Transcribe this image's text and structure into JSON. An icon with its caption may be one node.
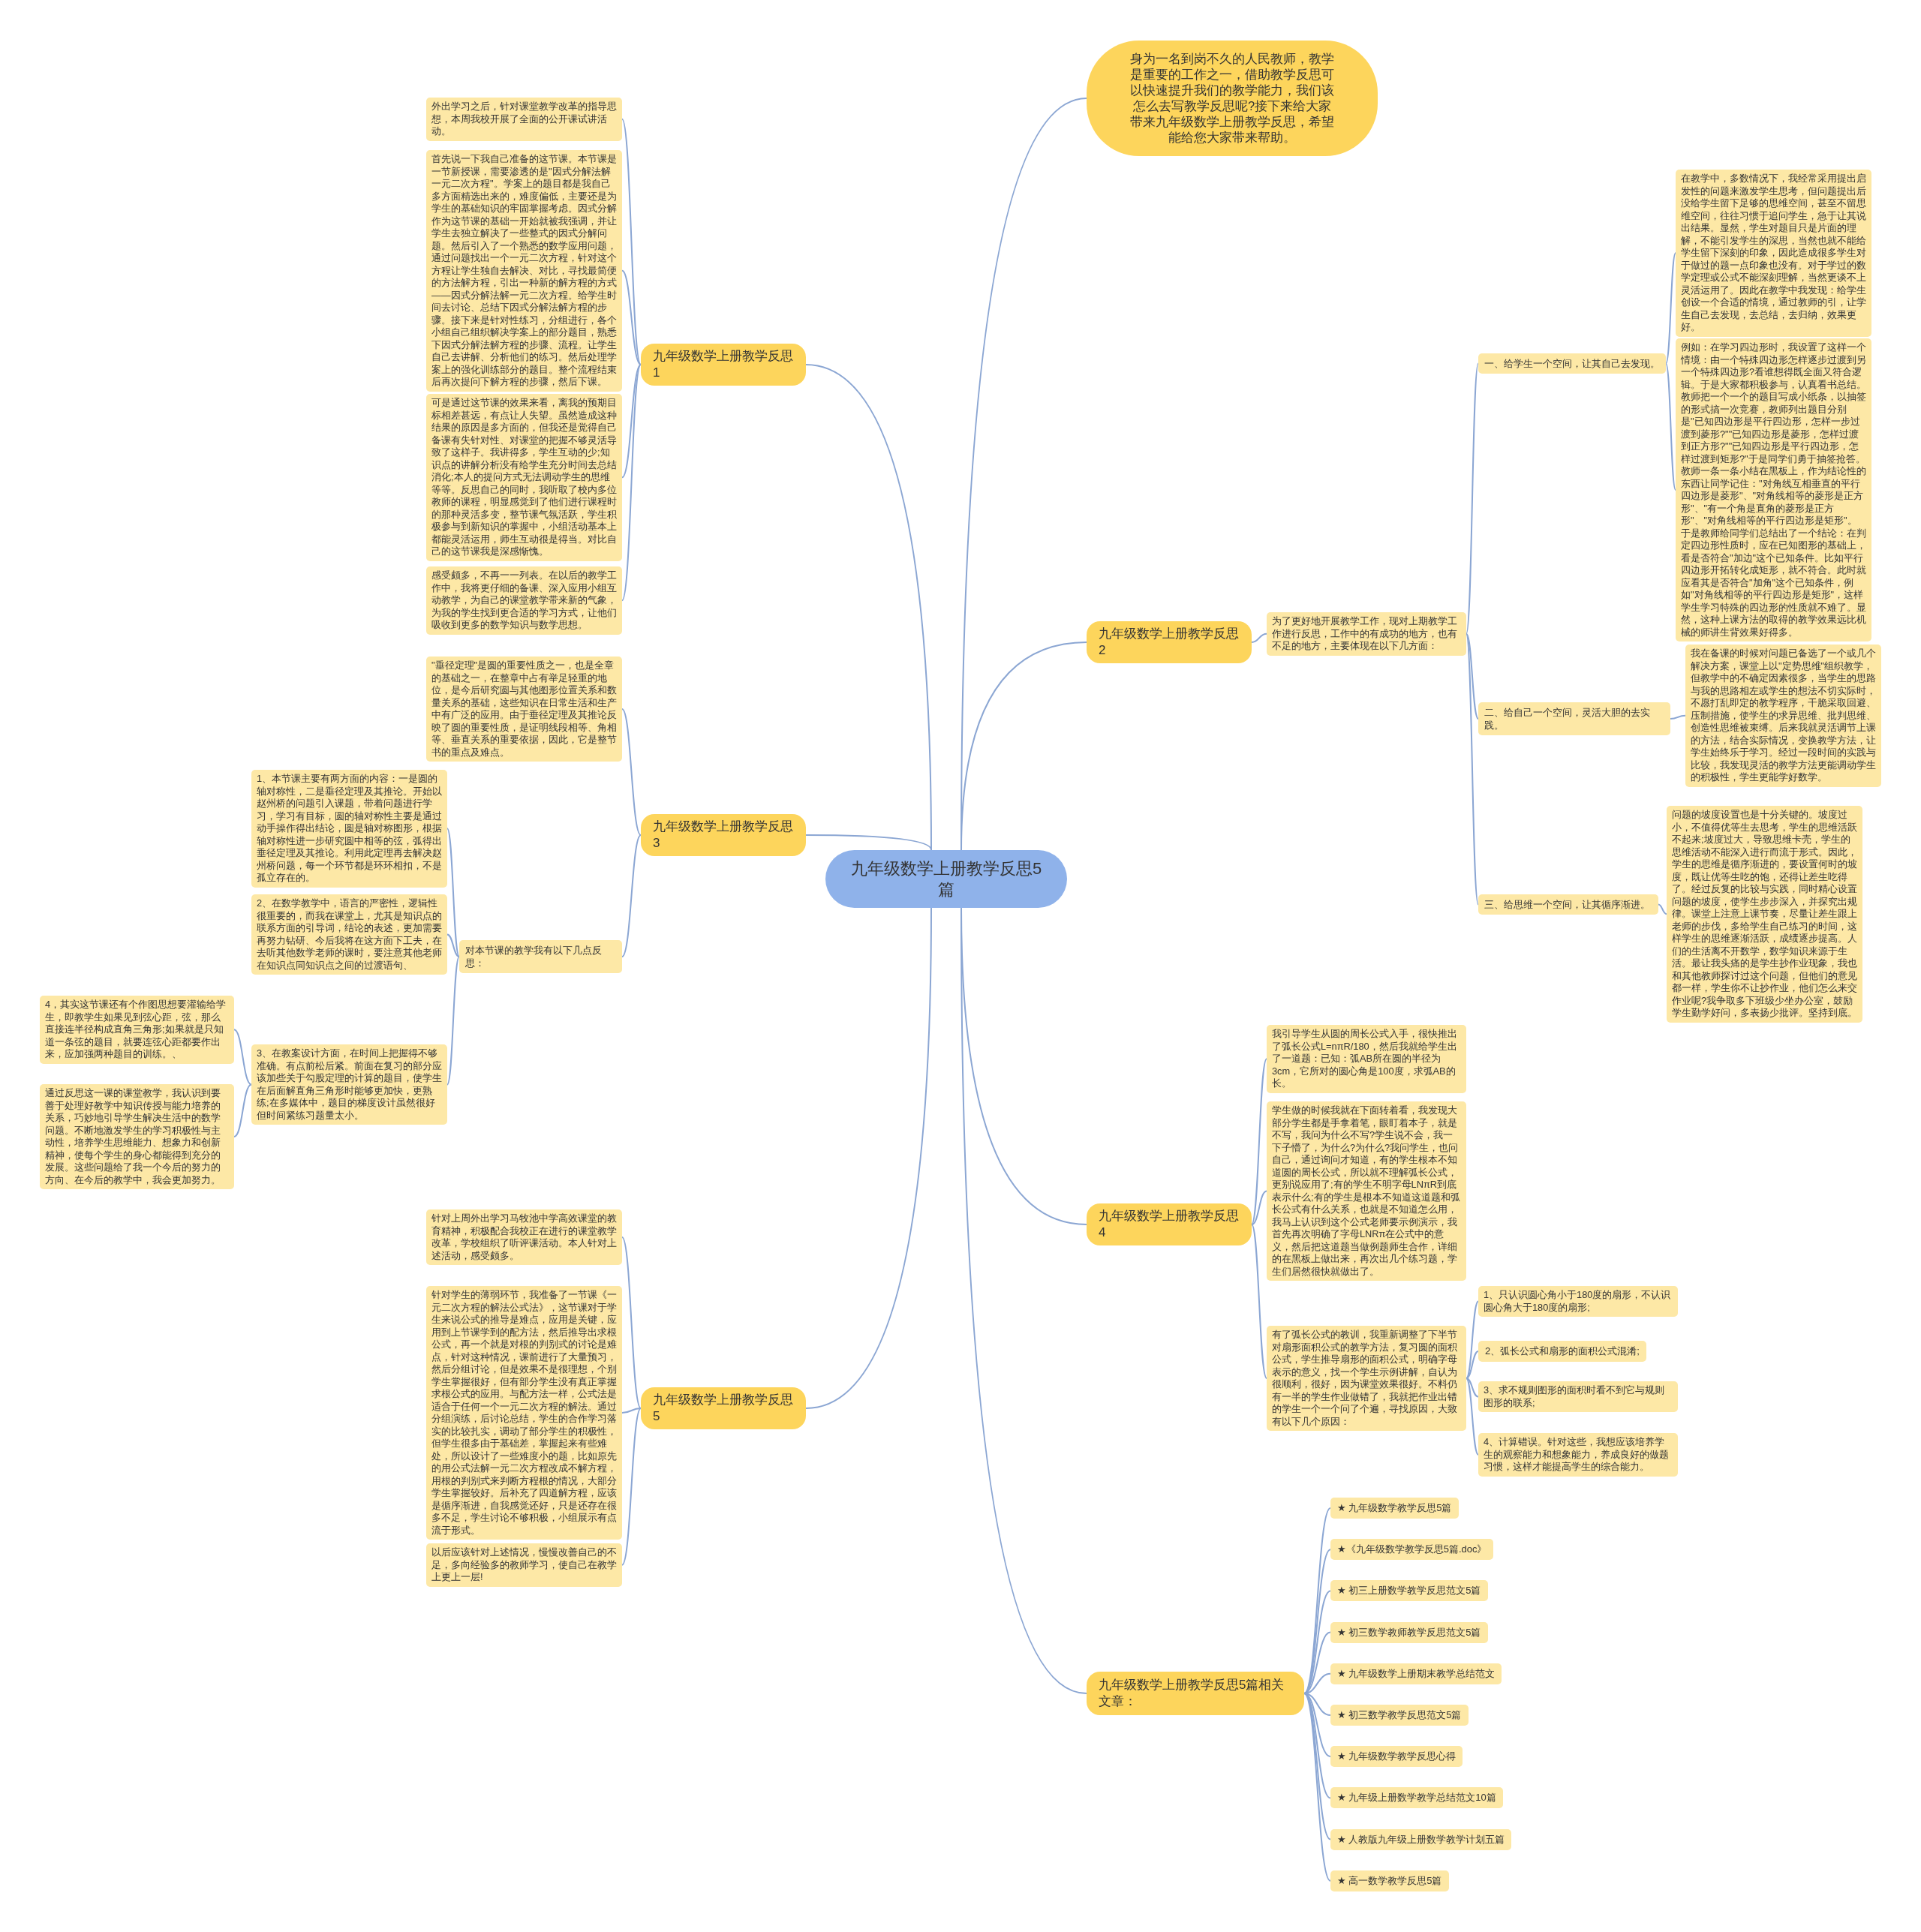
{
  "diagram": {
    "nodes": [
      {
        "text": [
          "九年级数学上册教学反思5篇"
        ]
      },
      {
        "text": [
          "身为一名到岗不久的人民教师，教学是重要的工作之一，借助教学反思可以快速提升我们的教学能力，我们该怎么去写教学反思呢?接下来给大家带来九年级数学上册教学反思，希望能给您大家带来帮助。"
        ]
      },
      {
        "text": [
          "九年级数学上册教学反思1"
        ]
      },
      {
        "text": [
          "外出学习之后，针对课堂教学改革的指导思想，本周我校开展了全面的公开课试讲活动。"
        ]
      },
      {
        "text": [
          "首先说一下我自己准备的这节课。本节课是一节新授课，需要渗透的是\"因式分解法解一元二次方程\"。学案上的题目都是我自己多方面精选出来的，难度偏低，主要还是为学生的基础知识的牢固掌握考虑。因式分解作为这节课的基础一开始就被我强调，并让学生去独立解决了一些整式的因式分解问题。然后引入了一个熟悉的数学应用问题，通过问题找出一个一元二次方程，针对这个方程让学生独自去解决、对比，寻找最简便的方法解方程，引出一种新的解方程的方式——因式分解法解一元二次方程。给学生时间去讨论、总结下因式分解法解方程的步骤。接下来是针对性练习，分组进行，各个小组自己组织解决学案上的部分题目，熟悉下因式分解法解方程的步骤、流程。让学生自己去讲解、分析他们的练习。然后处理学案上的强化训练部分的题目。整个流程结束后再次提问下解方程的步骤，然后下课。"
        ]
      },
      {
        "text": [
          "可是通过这节课的效果来看，离我的预期目标相差甚远，有点让人失望。虽然造成这种结果的原因是多方面的，但我还是觉得自己备课有失针对性、对课堂的把握不够灵活导致了这样子。我讲得多，学生互动的少;知识点的讲解分析没有给学生充分时间去总结消化;本人的提问方式无法调动学生的思维等等。反思自己的同时，我听取了校内多位教师的课程，明显感觉到了他们进行课程时的那种灵活多变，整节课气氛活跃，学生积极参与到新知识的掌握中，小组活动基本上都能灵活运用，师生互动很是得当。对比自己的这节课我是深感惭愧。"
        ]
      },
      {
        "text": [
          "感受颇多，不再一一列表。在以后的教学工作中，我将更仔细的备课、深入应用小组互动教学，为自己的课堂教学带来新的气象，为我的学生找到更合适的学习方式，让他们吸收到更多的数学知识与数学思想。"
        ]
      },
      {
        "text": [
          "九年级数学上册教学反思2"
        ]
      },
      {
        "text": [
          "为了更好地开展教学工作，现对上期教学工作进行反思，工作中的有成功的地方，也有不足的地方，主要体现在以下几方面："
        ]
      },
      {
        "text": [
          "一、给学生一个空间，让其自己去发现。"
        ]
      },
      {
        "text": [
          "在教学中，多数情况下，我经常采用提出启发性的问题来激发学生思考，但问题提出后没给学生留下足够的思维空间，甚至不留思维空间，往往习惯于追问学生，急于让其说出结果。显然，学生对题目只是片面的理解，不能引发学生的深思，当然也就不能给学生留下深刻的印象，因此造成很多学生对于做过的题一点印象也没有。对于学过的数学定理或公式不能深刻理解，当然更谈不上灵活运用了。因此在教学中我发现：给学生创设一个合适的情境，通过教师的引，让学生自己去发现，去总结，去归纳，效果更好。"
        ]
      },
      {
        "text": [
          "例如：在学习四边形时，我设置了这样一个情境：由一个特殊四边形怎样逐步过渡到另一个特殊四边形?看谁想得既全面又符合逻辑。于是大家都积极参与，认真看书总结。教师把一个一个的题目写成小纸条，以抽签的形式搞一次竞赛，教师列出题目分别是\"已知四边形是平行四边形，怎样一步过渡到菱形?\"\"已知四边形是菱形，怎样过渡到正方形?\"\"已知四边形是平行四边形，怎样过渡到矩形?\"于是同学们勇于抽签抢答。教师一条一条小结在黑板上，作为结论性的东西让同学记住：\"对角线互相垂直的平行四边形是菱形\"、\"对角线相等的菱形是正方形\"、\"有一个角是直角的菱形是正方形\"、\"对角线相等的平行四边形是矩形\"。于是教师给同学们总结出了一个结论：在判定四边形性质时，应在已知图形的基础上，看是否符合\"加边\"这个已知条件。比如平行四边形开拓转化成矩形，就不符合。此时就应看其是否符合\"加角\"这个已知条件，例如\"对角线相等的平行四边形是矩形\"，这样学生学习特殊的四边形的性质就不难了。显然，这种上课方法的取得的教学效果远比机械的师讲生背效果好得多。"
        ]
      },
      {
        "text": [
          "二、给自己一个空间，灵活大胆的去实践。"
        ]
      },
      {
        "text": [
          "我在备课的时候对问题已备选了一个或几个解决方案，课堂上以\"定势思维\"组织教学，但教学中的不确定因素很多，当学生的思路与我的思路相左或学生的想法不切实际时，不愿打乱即定的教学程序，干脆采取回避、压制措施，使学生的求异思维、批判思维、创造性思维被束缚。后来我就灵活调节上课的方法，结合实际情况，变换教学方法，让学生始终乐于学习。经过一段时间的实践与比较，我发现灵活的教学方法更能调动学生的积极性，学生更能学好数学。"
        ]
      },
      {
        "text": [
          "三、给思维一个空间，让其循序渐进。"
        ]
      },
      {
        "text": [
          "问题的坡度设置也是十分关键的。坡度过小，不值得优等生去思考，学生的思维活跃不起来;坡度过大，导致思维卡壳，学生的思维活动不能深入进行而流于形式。因此，学生的思维是循序渐进的，要设置何时的坡度，既让优等生吃的饱，还得让差生吃得了。经过反复的比较与实践，同时精心设置问题的坡度，使学生步步深入，并探究出规律。课堂上注意上课节奏，尽量让差生跟上老师的步伐，多给学生自己练习的时间，这样学生的思维逐渐活跃，成绩逐步提高。人们的生活离不开数学，数学知识来源于生活。最让我头痛的是学生抄作业现象，我也和其他教师探讨过这个问题，但他们的意见都一样，学生你不让抄作业，他们怎么来交作业呢?我争取多下班级少坐办公室，鼓励学生勤学好问，多表扬少批评。坚持到底。"
        ]
      },
      {
        "text": [
          "九年级数学上册教学反思3"
        ]
      },
      {
        "text": [
          "\"垂径定理\"是圆的重要性质之一，也是全章的基础之一，在整章中占有举足轻重的地位，是今后研究圆与其他图形位置关系和数量关系的基础，这些知识在日常生活和生产中有广泛的应用。由于垂径定理及其推论反映了圆的重要性质，是证明线段相等、角相等、垂直关系的重要依据，因此，它是整节书的重点及难点。"
        ]
      },
      {
        "text": [
          "对本节课的教学我有以下几点反思："
        ]
      },
      {
        "text": [
          "1、本节课主要有两方面的内容：一是圆的轴对称性，二是垂径定理及其推论。开始以赵州桥的问题引入课题，带着问题进行学习，学习有目标，圆的轴对称性主要是通过动手操作得出结论，圆是轴对称图形，根据轴对称性进一步研究圆中相等的弦，弧得出垂径定理及其推论。利用此定理再去解决赵州桥问题，每一个环节都是环环相扣，不是孤立存在的。"
        ]
      },
      {
        "text": [
          "2、在数学教学中，语言的严密性，逻辑性很重要的，而我在课堂上，尤其是知识点的联系方面的引导词，结论的表述，更加需要再努力钻研、今后我将在这方面下工夫，在去听其他数学老师的课时，要注意其他老师在知识点同知识点之间的过渡语句、"
        ]
      },
      {
        "text": [
          "3、在教案设计方面，在时间上把握得不够准确。有点前松后紧。前面在复习的部分应该加些关于勾股定理的计算的题目，使学生在后面解直角三角形时能够更加快，更熟练;在多媒体中，题目的梯度设计虽然很好但时间紧练习题量太小。"
        ]
      },
      {
        "text": [
          "4，其实这节课还有个作图思想要灌输给学生，即教学生如果见到弦心距，弦，那么直接连半径构成直角三角形;如果就是只知道一条弦的题目，就要连弦心距都要作出来，应加强两种题目的训练。、"
        ]
      },
      {
        "text": [
          "通过反思这一课的课堂教学，我认识到要善于处理好教学中知识传授与能力培养的关系，巧妙地引导学生解决生活中的数学问题。不断地激发学生的学习积极性与主动性，培养学生思维能力、想象力和创新精神，使每个学生的身心都能得到充分的发展。这些问题给了我一个今后的努力的方向、在今后的教学中，我会更加努力。"
        ]
      },
      {
        "text": [
          "九年级数学上册教学反思4"
        ]
      },
      {
        "text": [
          "我引导学生从圆的周长公式入手，很快推出了弧长公式L=nπR/180，然后我就给学生出了一道题：已知：弧AB所在圆的半径为3cm，它所对的圆心角是100度，求弧AB的长。"
        ]
      },
      {
        "text": [
          "学生做的时候我就在下面转着看，我发现大部分学生都是手拿着笔，眼盯着本子，就是不写，我问为什么不写?学生说不会，我一下子懵了，为什么?为什么?我问学生，也问自己，通过询问才知道，有的学生根本不知道圆的周长公式，所以就不理解弧长公式，更别说应用了;有的学生不明字母LNπR到底表示什么;有的学生是根本不知道这道题和弧长公式有什么关系，也就是不知道怎么用，我马上认识到这个公式老师要示例演示，我首先再次明确了字母LNRπ在公式中的意义，然后把这道题当做例题师生合作，详细的在黑板上做出来，再次出几个练习题，学生们居然很快就做出了。"
        ]
      },
      {
        "text": [
          "有了弧长公式的教训，我重新调整了下半节对扇形面积公式的教学方法，复习圆的面积公式，学生推导扇形的面积公式，明确字母表示的意义，找一个学生示例讲解，自认为很顺利，很好，因为课堂效果很好。不料仍有一半的学生作业做错了，我就把作业出错的学生一个一个问了个遍，寻找原因，大致有以下几个原因："
        ]
      },
      {
        "text": [
          "1、只认识圆心角小于180度的扇形，不认识圆心角大于180度的扇形;"
        ]
      },
      {
        "text": [
          "2、弧长公式和扇形的面积公式混淆;"
        ]
      },
      {
        "text": [
          "3、求不规则图形的面积时看不到它与规则图形的联系;"
        ]
      },
      {
        "text": [
          "4、计算错误。针对这些，我想应该培养学生的观察能力和想象能力，养成良好的做题习惯，这样才能提高学生的综合能力。"
        ]
      },
      {
        "text": [
          "九年级数学上册教学反思5"
        ]
      },
      {
        "text": [
          "针对上周外出学习马牧池中学高效课堂的教育精神，积极配合我校正在进行的课堂教学改革，学校组织了听评课活动。本人针对上述活动，感受颇多。"
        ]
      },
      {
        "text": [
          "针对学生的薄弱环节，我准备了一节课《一元二次方程的解法公式法》，这节课对于学生来说公式的推导是难点，应用是关键，应用到上节课学到的配方法，然后推导出求根公式，再一个就是对根的判别式的讨论是难点，针对这种情况，课前进行了大量预习，然后分组讨论，但是效果不是很理想，个别学生掌握很好，但有部分学生没有真正掌握求根公式的应用。与配方法一样，公式法是适合于任何一个一元二次方程的解法。通过分组演练，后讨论总结，学生的合作学习落实的比较扎实，调动了部分学生的积极性，但学生很多由于基础差，掌握起来有些难处，所以设计了一些难度小的题，比如原先的用公式法解一元二次方程改成不解方程，用根的判别式来判断方程根的情况，大部分学生掌握较好。后补充了四道解方程，应该是循序渐进，自我感觉还好，只是还存在很多不足，学生讨论不够积极，小组展示有点流于形式。"
        ]
      },
      {
        "text": [
          "以后应该针对上述情况，慢慢改善自己的不足，多向经验多的教师学习，使自己在教学上更上一层!"
        ]
      },
      {
        "text": [
          "九年级数学上册教学反思5篇相关文章："
        ]
      },
      {
        "text": [
          "★ 九年级数学教学反思5篇"
        ]
      },
      {
        "text": [
          "★《九年级数学教学反思5篇.doc》"
        ]
      },
      {
        "text": [
          "★ 初三上册数学教学反思范文5篇"
        ]
      },
      {
        "text": [
          "★ 初三数学教师教学反思范文5篇"
        ]
      },
      {
        "text": [
          "★ 九年级数学上册期末教学总结范文"
        ]
      },
      {
        "text": [
          "★ 初三数学教学反思范文5篇"
        ]
      },
      {
        "text": [
          "★ 九年级数学教学反思心得"
        ]
      },
      {
        "text": [
          "★ 九年级上册数学教学总结范文10篇"
        ]
      },
      {
        "text": [
          "★ 人教版九年级上册数学教学计划五篇"
        ]
      },
      {
        "text": [
          "★ 高一数学教学反思5篇"
        ]
      }
    ],
    "edges": [
      {
        "from": 0,
        "to": 1,
        "arrow": "none"
      },
      {
        "from": 0,
        "to": 2,
        "arrow": "none"
      },
      {
        "from": 2,
        "to": 3,
        "arrow": "none"
      },
      {
        "from": 2,
        "to": 4,
        "arrow": "none"
      },
      {
        "from": 2,
        "to": 5,
        "arrow": "none"
      },
      {
        "from": 2,
        "to": 6,
        "arrow": "none"
      },
      {
        "from": 0,
        "to": 7,
        "arrow": "none"
      },
      {
        "from": 7,
        "to": 8,
        "arrow": "none"
      },
      {
        "from": 8,
        "to": 9,
        "arrow": "none"
      },
      {
        "from": 9,
        "to": 10,
        "arrow": "none"
      },
      {
        "from": 9,
        "to": 11,
        "arrow": "none"
      },
      {
        "from": 8,
        "to": 12,
        "arrow": "none"
      },
      {
        "from": 12,
        "to": 13,
        "arrow": "none"
      },
      {
        "from": 8,
        "to": 14,
        "arrow": "none"
      },
      {
        "from": 14,
        "to": 15,
        "arrow": "none"
      },
      {
        "from": 0,
        "to": 16,
        "arrow": "none"
      },
      {
        "from": 16,
        "to": 17,
        "arrow": "none"
      },
      {
        "from": 16,
        "to": 18,
        "arrow": "none"
      },
      {
        "from": 18,
        "to": 19,
        "arrow": "none"
      },
      {
        "from": 18,
        "to": 20,
        "arrow": "none"
      },
      {
        "from": 18,
        "to": 21,
        "arrow": "none"
      },
      {
        "from": 21,
        "to": 22,
        "arrow": "none"
      },
      {
        "from": 21,
        "to": 23,
        "arrow": "none"
      },
      {
        "from": 0,
        "to": 24,
        "arrow": "none"
      },
      {
        "from": 24,
        "to": 25,
        "arrow": "none"
      },
      {
        "from": 24,
        "to": 26,
        "arrow": "none"
      },
      {
        "from": 24,
        "to": 27,
        "arrow": "none"
      },
      {
        "from": 27,
        "to": 28,
        "arrow": "none"
      },
      {
        "from": 27,
        "to": 29,
        "arrow": "none"
      },
      {
        "from": 27,
        "to": 30,
        "arrow": "none"
      },
      {
        "from": 27,
        "to": 31,
        "arrow": "none"
      },
      {
        "from": 0,
        "to": 32,
        "arrow": "none"
      },
      {
        "from": 32,
        "to": 33,
        "arrow": "none"
      },
      {
        "from": 32,
        "to": 34,
        "arrow": "none"
      },
      {
        "from": 32,
        "to": 35,
        "arrow": "none"
      },
      {
        "from": 0,
        "to": 36,
        "arrow": "none"
      },
      {
        "from": 36,
        "to": 37,
        "arrow": "none"
      },
      {
        "from": 36,
        "to": 38,
        "arrow": "none"
      },
      {
        "from": 36,
        "to": 39,
        "arrow": "none"
      },
      {
        "from": 36,
        "to": 40,
        "arrow": "none"
      },
      {
        "from": 36,
        "to": 41,
        "arrow": "none"
      },
      {
        "from": 36,
        "to": 42,
        "arrow": "none"
      },
      {
        "from": 36,
        "to": 43,
        "arrow": "none"
      },
      {
        "from": 36,
        "to": 44,
        "arrow": "none"
      },
      {
        "from": 36,
        "to": 45,
        "arrow": "none"
      },
      {
        "from": 36,
        "to": 46,
        "arrow": "none"
      }
    ]
  }
}
